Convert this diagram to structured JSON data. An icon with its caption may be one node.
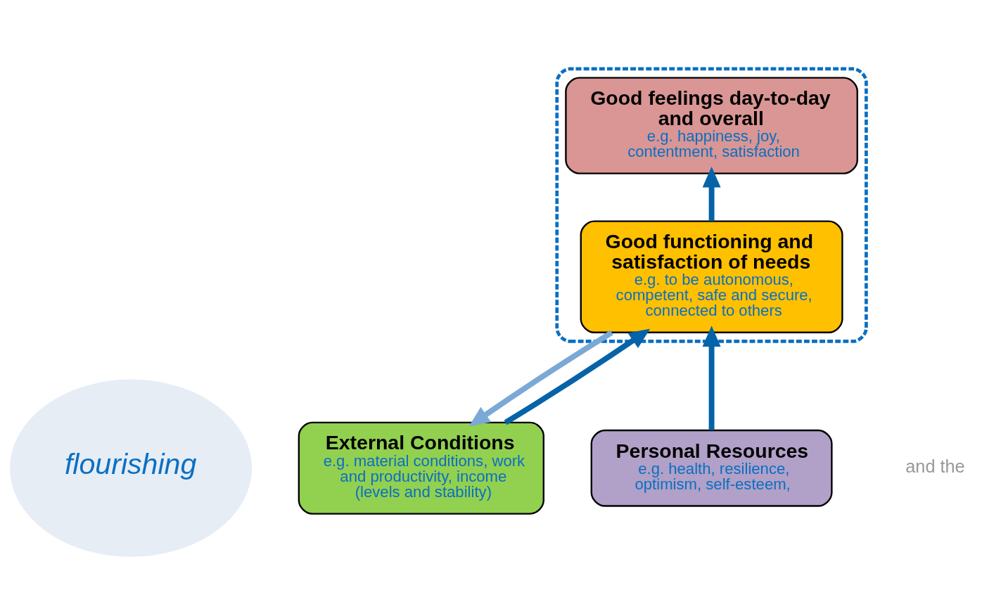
{
  "diagram": {
    "nodes": [
      {
        "text": [
          "flourishing"
        ]
      },
      {
        "text": [],
        "shape": "box"
      },
      {
        "text": [
          "Good feelings day-to-day and overall",
          "e.g. happiness, joy, contentment, satisfaction"
        ],
        "in": 1
      },
      {
        "text": [
          "Good functioning and satisfaction of needs",
          "e.g. to be autonomous, competent, safe and secure, connected to others"
        ],
        "in": 1
      },
      {
        "text": [
          "External Conditions",
          "e.g. material conditions, work and productivity, income (levels and stability)"
        ]
      },
      {
        "text": [
          "Personal Resources",
          "e.g. health, resilience, optimism, self-esteem,"
        ]
      }
    ],
    "edges": [
      {
        "from": 3,
        "to": 2,
        "arrow": "to"
      },
      {
        "from": 3,
        "to": 4,
        "arrow": "to",
        "color": "#7aa9d6"
      },
      {
        "from": 4,
        "to": 3,
        "arrow": "to"
      },
      {
        "from": 5,
        "to": 3,
        "arrow": "to"
      }
    ],
    "labels": [
      "and the"
    ]
  }
}
